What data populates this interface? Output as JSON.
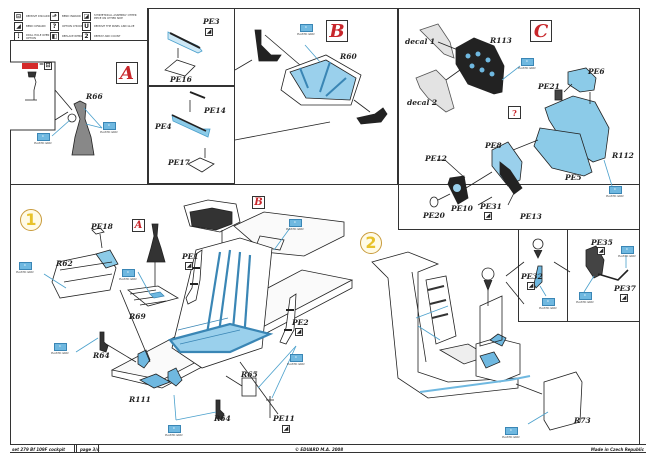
{
  "legend": {
    "items": [
      {
        "icon": "remove-icon",
        "glyph": "⊟",
        "text": "REMOVE DISCARD"
      },
      {
        "icon": "bend-icon",
        "glyph": "◢",
        "text": "BEND UPWARD"
      },
      {
        "icon": "drill-icon",
        "glyph": "⋮",
        "text": "DRILL HOLE OPEN OPTION"
      },
      {
        "icon": "fold-icon",
        "glyph": "⬏",
        "text": "BEND INWARD"
      },
      {
        "icon": "option-icon",
        "glyph": "?",
        "text": "OPTION CHOICE"
      },
      {
        "icon": "replace-icon",
        "glyph": "◧",
        "text": "REPLACE REMOVE"
      },
      {
        "icon": "symmetric-icon",
        "glyph": "◪",
        "text": "SYMMETRICAL ASSEMBLY OTHER PIECE ON OTHER SIDE"
      },
      {
        "icon": "glue-icon",
        "glyph": "U",
        "text": "REMOVE THE PANEL AND GLUE"
      },
      {
        "icon": "repeat-icon",
        "glyph": "2",
        "text": "REPEAT AND COUNT"
      }
    ]
  },
  "inset_a": {
    "letter": "A",
    "swatch_color": "#d42a2a",
    "swatch_symbol": "=",
    "part": "R66",
    "paints": [
      "PLASTIC GRAY",
      "PLASTIC GRAY"
    ]
  },
  "inset_b": {
    "letter": "B",
    "parts": [
      "PE3",
      "PE16",
      "PE14",
      "PE4",
      "PE17",
      "R60"
    ],
    "paint": "PLASTIC GRAY"
  },
  "inset_c": {
    "letter": "C",
    "parts": [
      "decal 1",
      "decal 2",
      "R113",
      "PE6",
      "PE21",
      "R112",
      "PE5",
      "PE8",
      "PE12",
      "PE10",
      "PE20",
      "PE31",
      "PE13"
    ],
    "option_mark": "?",
    "paints": [
      "PLASTIC GRAY",
      "PLASTIC GRAY"
    ]
  },
  "step1": {
    "number": "1",
    "refs": [
      "A",
      "B"
    ],
    "parts": [
      "PE18",
      "R62",
      "R69",
      "PE1",
      "PE2",
      "R64",
      "R111",
      "R64",
      "R65",
      "PE11"
    ],
    "paints": [
      "PLASTIC GRAY",
      "PLASTIC GRAY",
      "PLASTIC GRAY",
      "PLASTIC GRAY",
      "PLASTIC GRAY",
      "PLASTIC GRAY"
    ]
  },
  "step2": {
    "number": "2",
    "parts": [
      "PE32",
      "PE35",
      "PE37",
      "R73"
    ],
    "paints": [
      "PLASTIC GRAY",
      "PLASTIC GRAY",
      "PLASTIC GRAY",
      "PLASTIC GRAY"
    ]
  },
  "footer": {
    "set": "set 279  Bf 109F cockpit",
    "page": "page 3/4",
    "copyright": "© EDUARD  M.A. 2008",
    "made_in": "Made in Czech Republic"
  },
  "colors": {
    "accent_blue": "#6fb8e0",
    "letter_red": "#c8262b",
    "step_yellow": "#e8c22a"
  }
}
